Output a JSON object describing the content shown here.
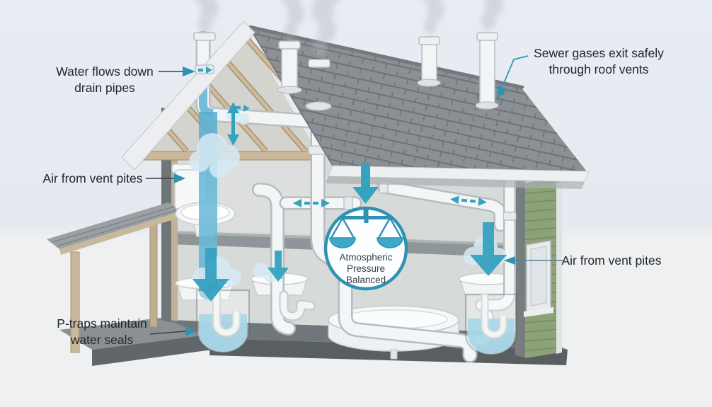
{
  "diagram": {
    "type": "house-plumbing-ventilation-cutaway",
    "labels": {
      "water_flows": {
        "line1": "Water flows down",
        "line2": "drain pipes"
      },
      "sewer_gases": {
        "line1": "Sewer gases exit safely",
        "line2": "through roof vents"
      },
      "air_left": {
        "text": "Air from vent pites"
      },
      "air_right": {
        "text": "Air from vent pites"
      },
      "p_traps": {
        "line1": "P-traps maintain",
        "line2": "water seals"
      },
      "badge": {
        "line1": "Atmospheric",
        "line2": "Pressure",
        "line3": "Balanced"
      }
    },
    "icons": {
      "badge_icon": "balance-scale-icon",
      "flow_icons": [
        "down-arrow-icon",
        "dashed-horizontal-arrow-icon",
        "double-vertical-arrow-icon"
      ]
    },
    "colors": {
      "background": "#e9edf3",
      "arrow_teal": "#35a2c0",
      "water_blue": "#6cbbd9",
      "badge_border": "#2e92b3",
      "roof_gray": "#8b9094",
      "siding_green": "#8da377",
      "label_text": "#232629",
      "pipe_white": "#f3f5f6",
      "foundation_gray": "#60666a"
    },
    "counts": {
      "roof_vents": 5,
      "p_traps_shown": 2,
      "sinks": 3
    }
  }
}
